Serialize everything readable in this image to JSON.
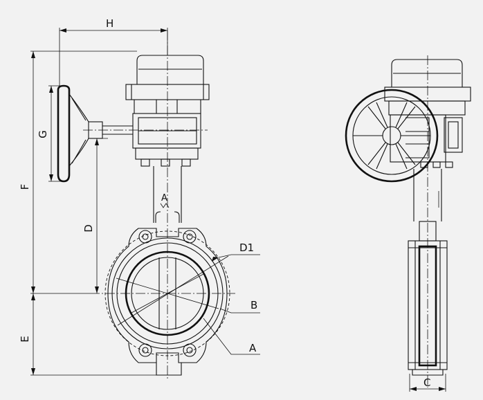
{
  "labels": {
    "H": "H",
    "G": "G",
    "F": "F",
    "D": "D",
    "E": "E",
    "D1": "D1",
    "B": "B",
    "A": "A",
    "C": "C",
    "flow_mark": "A"
  }
}
